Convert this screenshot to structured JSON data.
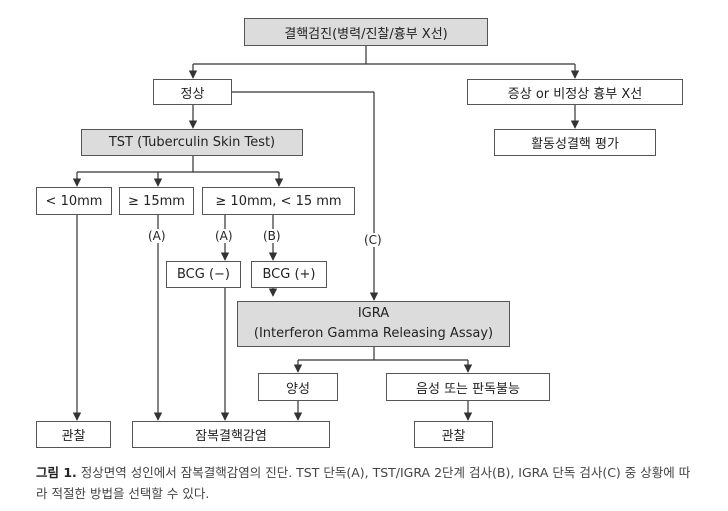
{
  "diagram": {
    "nodes": {
      "root": "결핵검진(병력/진찰/흉부 X선)",
      "normal": "정상",
      "abnormal": "증상 or 비정상 흉부 X선",
      "active_eval": "활동성결핵 평가",
      "tst": "TST (Tuberculin Skin Test)",
      "lt10": "< 10mm",
      "ge15": "≥ 15mm",
      "mid": "≥ 10mm, < 15 mm",
      "bcg_neg": "BCG (−)",
      "bcg_pos": "BCG (+)",
      "igra_line1": "IGRA",
      "igra_line2": "(Interferon Gamma Releasing Assay)",
      "positive": "양성",
      "negative": "음성 또는 판독불능",
      "observe_left": "관찰",
      "latent": "잠복결핵감염",
      "observe_right": "관찰"
    },
    "labels": {
      "a1": "(A)",
      "a2": "(A)",
      "b": "(B)",
      "c": "(C)"
    }
  },
  "caption": {
    "label": "그림 1.",
    "text": " 정상면역 성인에서 잠복결핵감염의 진단. TST 단독(A), TST/IGRA 2단계 검사(B), IGRA 단독 검사(C) 중 상황에 따라 적절한 방법을 선택할 수 있다."
  }
}
